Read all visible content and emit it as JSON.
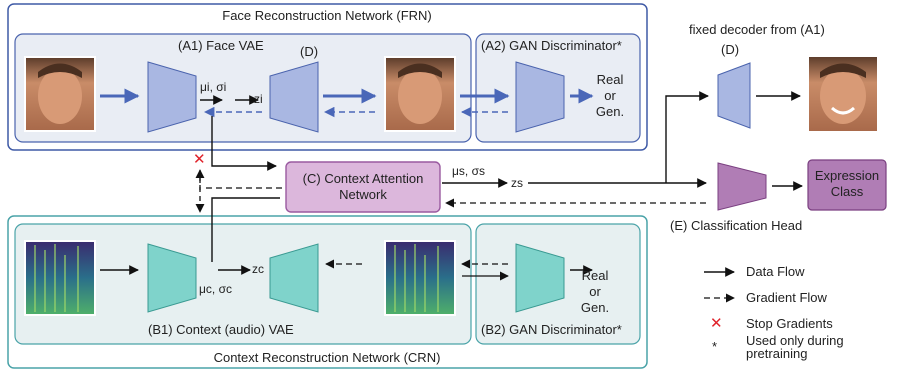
{
  "frn": {
    "title": "Face Reconstruction Network (FRN)"
  },
  "crn": {
    "title": "Context Reconstruction Network (CRN)"
  },
  "face_vae": {
    "title": "(A1) Face VAE",
    "decoder": "(D)"
  },
  "gan_face": {
    "title": "(A2) GAN Discriminator*",
    "out1": "Real",
    "out2": "or",
    "out3": "Gen."
  },
  "context_vae": {
    "title": "(B1) Context (audio) VAE"
  },
  "gan_ctx": {
    "title": "(B2) GAN Discriminator*",
    "out1": "Real",
    "out2": "or",
    "out3": "Gen."
  },
  "attention": {
    "line1": "(C) Context Attention",
    "line2": "Network"
  },
  "fixed_decoder": {
    "title": "fixed decoder from (A1)",
    "decoder": "(D)"
  },
  "head": {
    "title": "(E) Classification Head",
    "out1": "Expression",
    "out2": "Class"
  },
  "symbols": {
    "mu_sigma_i": "μi, σi",
    "z_i": "zi",
    "mu_sigma_s": "μs, σs",
    "z_s": "zs",
    "mu_sigma_c": "μc, σc",
    "z_c": "zc",
    "stop_mark": "✕"
  },
  "legend": {
    "data": "Data Flow",
    "gradient": "Gradient Flow",
    "stop": "Stop Gradients",
    "star": "*",
    "pretrain1": "Used only during",
    "pretrain2": "pretraining"
  },
  "colors": {
    "frn_border": "#3f5aa6",
    "frn_bg": "#ffffff",
    "inner_blue_bg": "#e9edf4",
    "inner_blue_border": "#4a63ad",
    "crn_border": "#4aa3a8",
    "inner_teal_bg": "#e7f0f1",
    "inner_teal_border": "#4aa3a8",
    "blue_shape": "#a9b7e2",
    "blue_arrow": "#4a67b8",
    "teal_shape": "#7fd3cb",
    "purple_shape": "#b07db5",
    "purple_bg": "#dcb7dc",
    "stop_red": "#e0232b"
  }
}
